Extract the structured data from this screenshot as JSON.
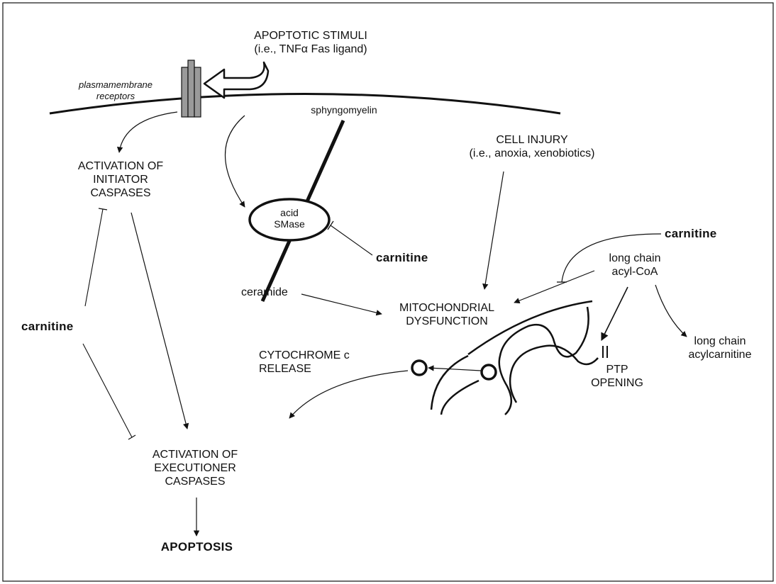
{
  "labels": {
    "apoptotic_stimuli_line1": "APOPTOTIC STIMULI",
    "apoptotic_stimuli_line2": "(i.e., TNFα Fas ligand)",
    "membrane_receptors_line1": "plasmamembrane",
    "membrane_receptors_line2": "receptors",
    "sphyngomyelin": "sphyngomyelin",
    "initiator_line1": "ACTIVATION OF",
    "initiator_line2": "INITIATOR",
    "initiator_line3": "CASPASES",
    "acid_smase_line1": "acid",
    "acid_smase_line2": "SMase",
    "carnitine_smase": "carnitine",
    "cell_injury_line1": "CELL INJURY",
    "cell_injury_line2": "(i.e., anoxia, xenobiotics)",
    "carnitine_right": "carnitine",
    "long_chain_acyl_line1": "long chain",
    "long_chain_acyl_line2": "acyl-CoA",
    "ceramide": "ceramide",
    "mito_line1": "MITOCHONDRIAL",
    "mito_line2": "DYSFUNCTION",
    "carnitine_left": "carnitine",
    "long_chain_acylcarnitine_line1": "long chain",
    "long_chain_acylcarnitine_line2": "acylcarnitine",
    "cyto_c_line1": "CYTOCHROME c",
    "cyto_c_line2": "RELEASE",
    "ptp_line1": "PTP",
    "ptp_line2": "OPENING",
    "executioner_line1": "ACTIVATION OF",
    "executioner_line2": "EXECUTIONER",
    "executioner_line3": "CASPASES",
    "apoptosis": "APOPTOSIS"
  },
  "colors": {
    "line": "#111111",
    "receptor_fill": "#9a9a9a"
  }
}
